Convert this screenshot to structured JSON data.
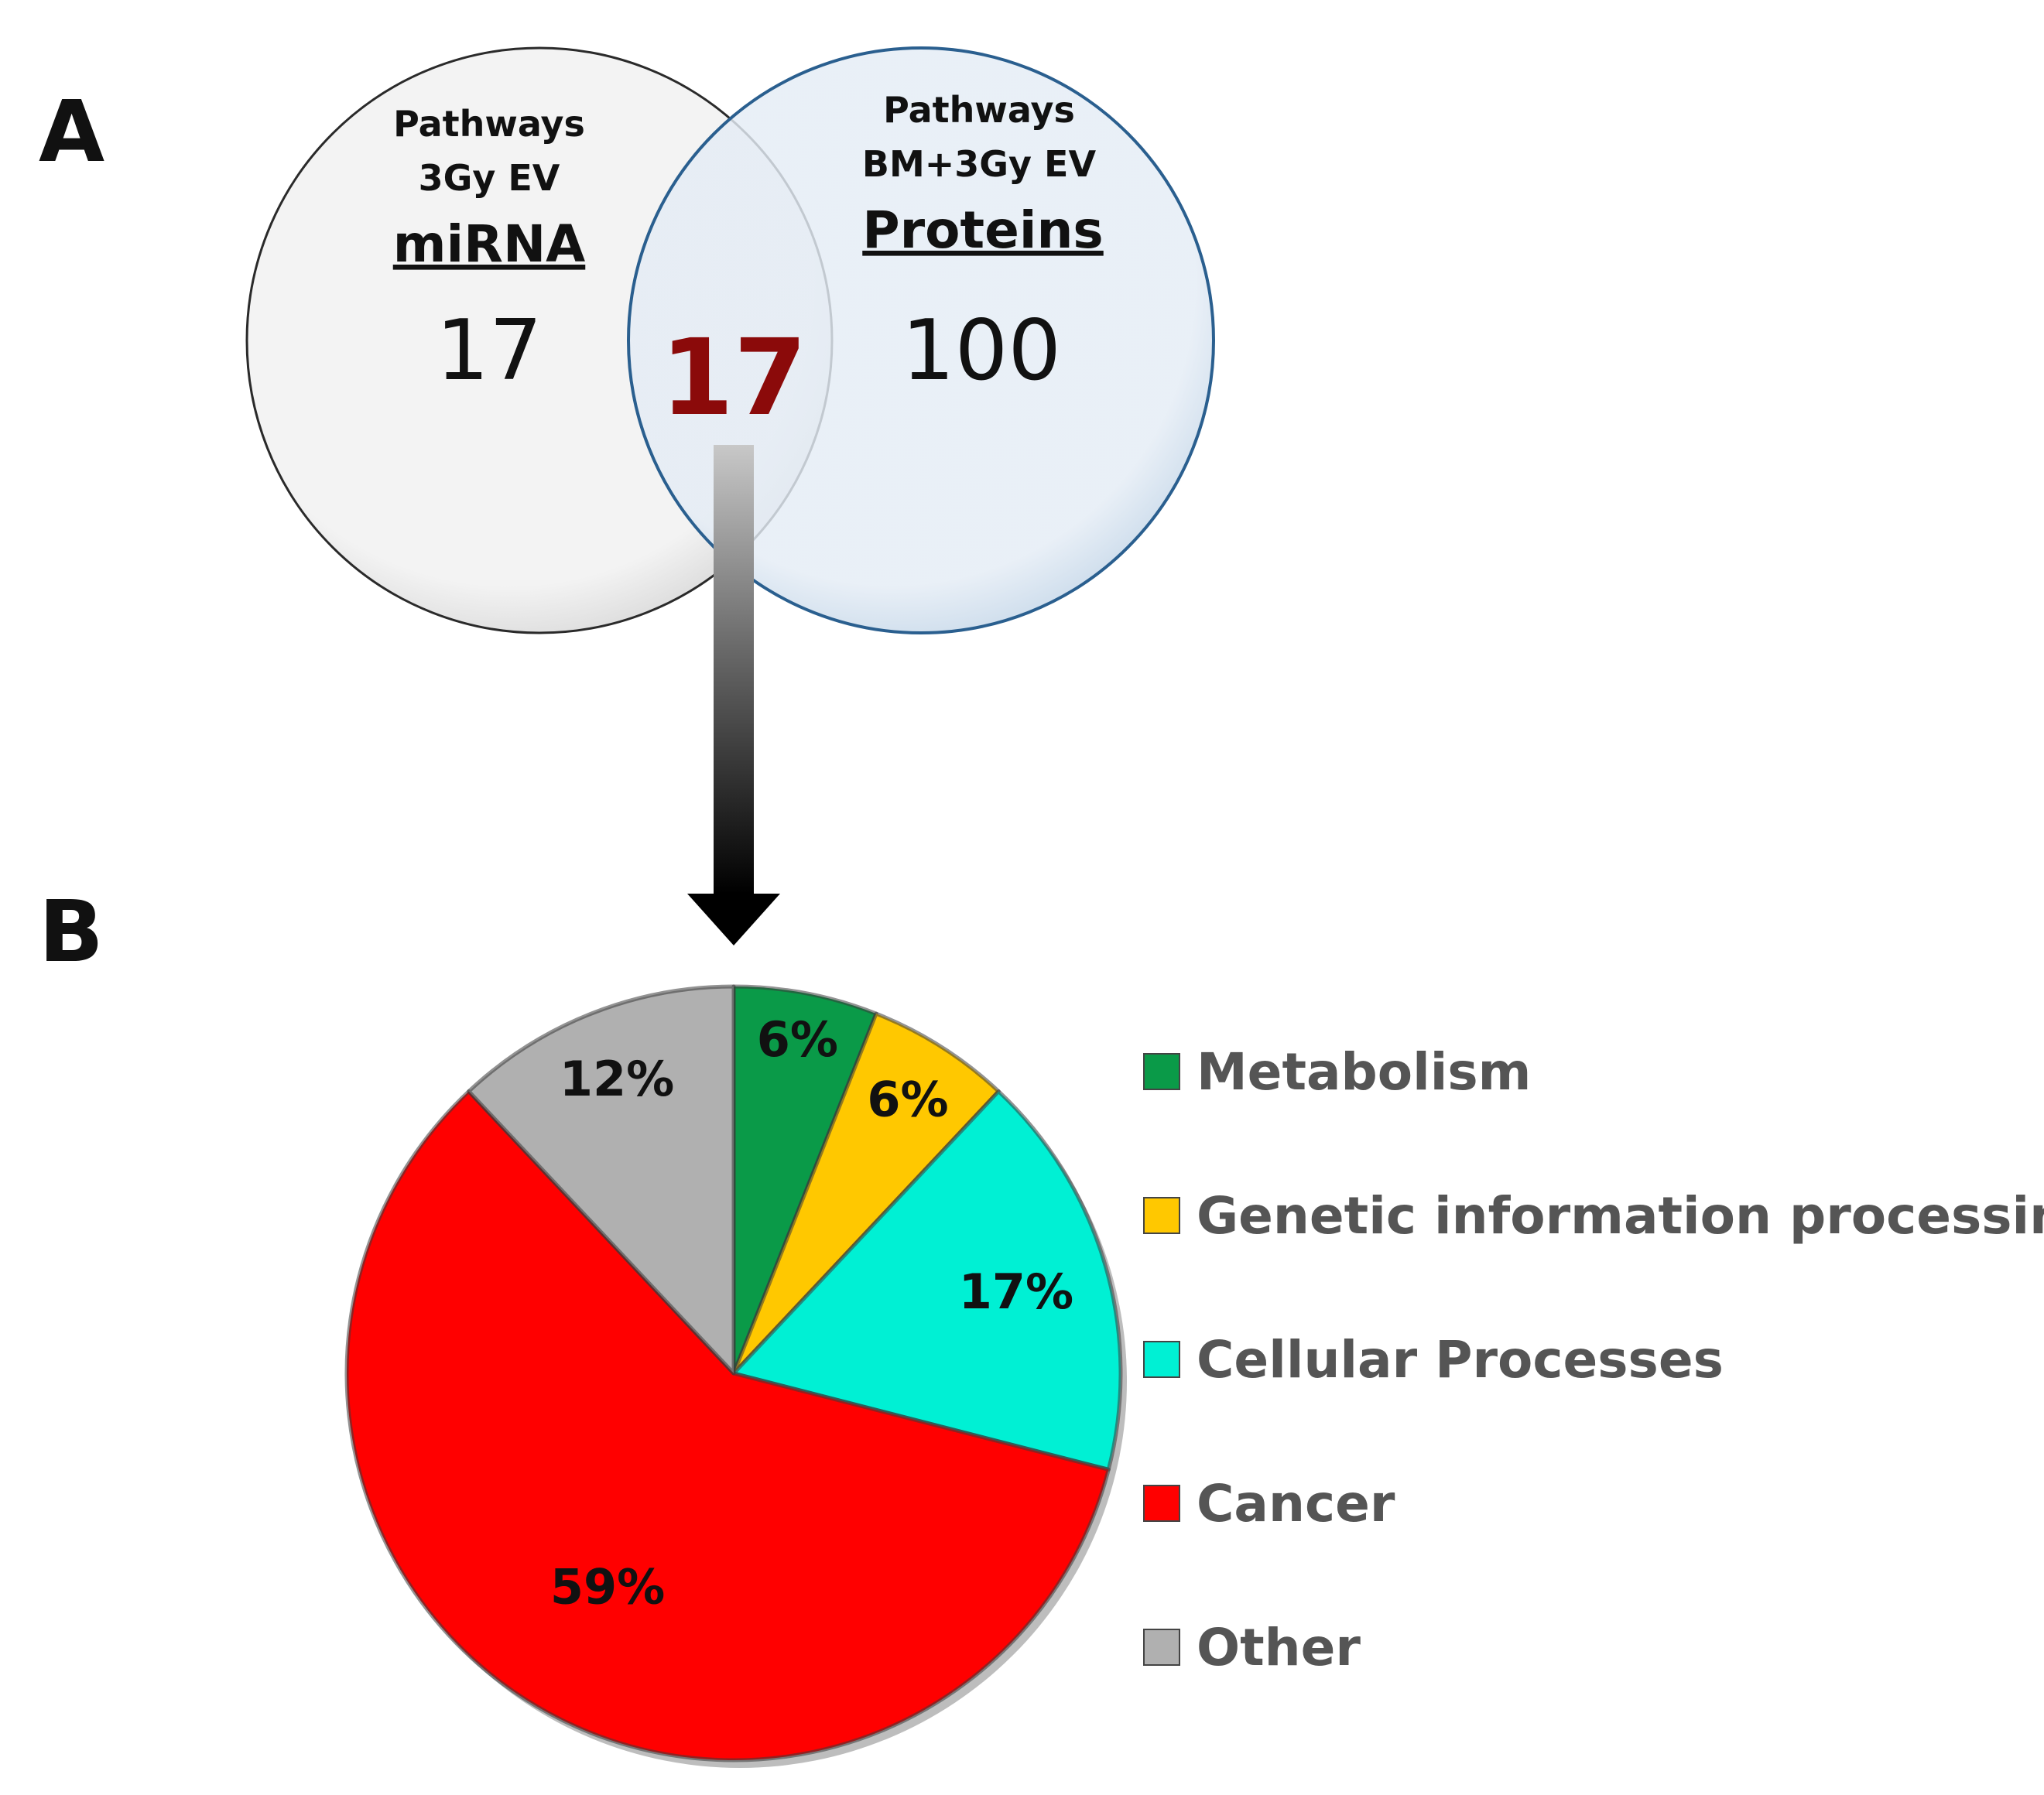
{
  "panels": {
    "a": "A",
    "b": "B"
  },
  "venn": {
    "left": {
      "line1": "Pathways",
      "line2": "3Gy EV",
      "title": "miRNA",
      "count": "17",
      "fill": "#f1f1f1"
    },
    "right": {
      "line1": "Pathways",
      "line2": "BM+3Gy EV",
      "title": "Proteins",
      "count": "100",
      "fill": "#e2ebf4"
    },
    "overlap": {
      "count": "17",
      "color": "#8b0a0a"
    }
  },
  "chart_data": {
    "type": "pie",
    "start_angle_deg": 0,
    "direction": "clockwise",
    "categories": [
      "Metabolism",
      "Genetic information processing",
      "Cellular Processes",
      "Cancer",
      "Other"
    ],
    "values": [
      6,
      6,
      17,
      59,
      12
    ],
    "labels": [
      "6%",
      "6%",
      "17%",
      "59%",
      "12%"
    ],
    "colors": [
      "#0a9a48",
      "#ffc800",
      "#00f0d4",
      "#ff0000",
      "#b0b0b0"
    ],
    "legend_position": "right"
  }
}
